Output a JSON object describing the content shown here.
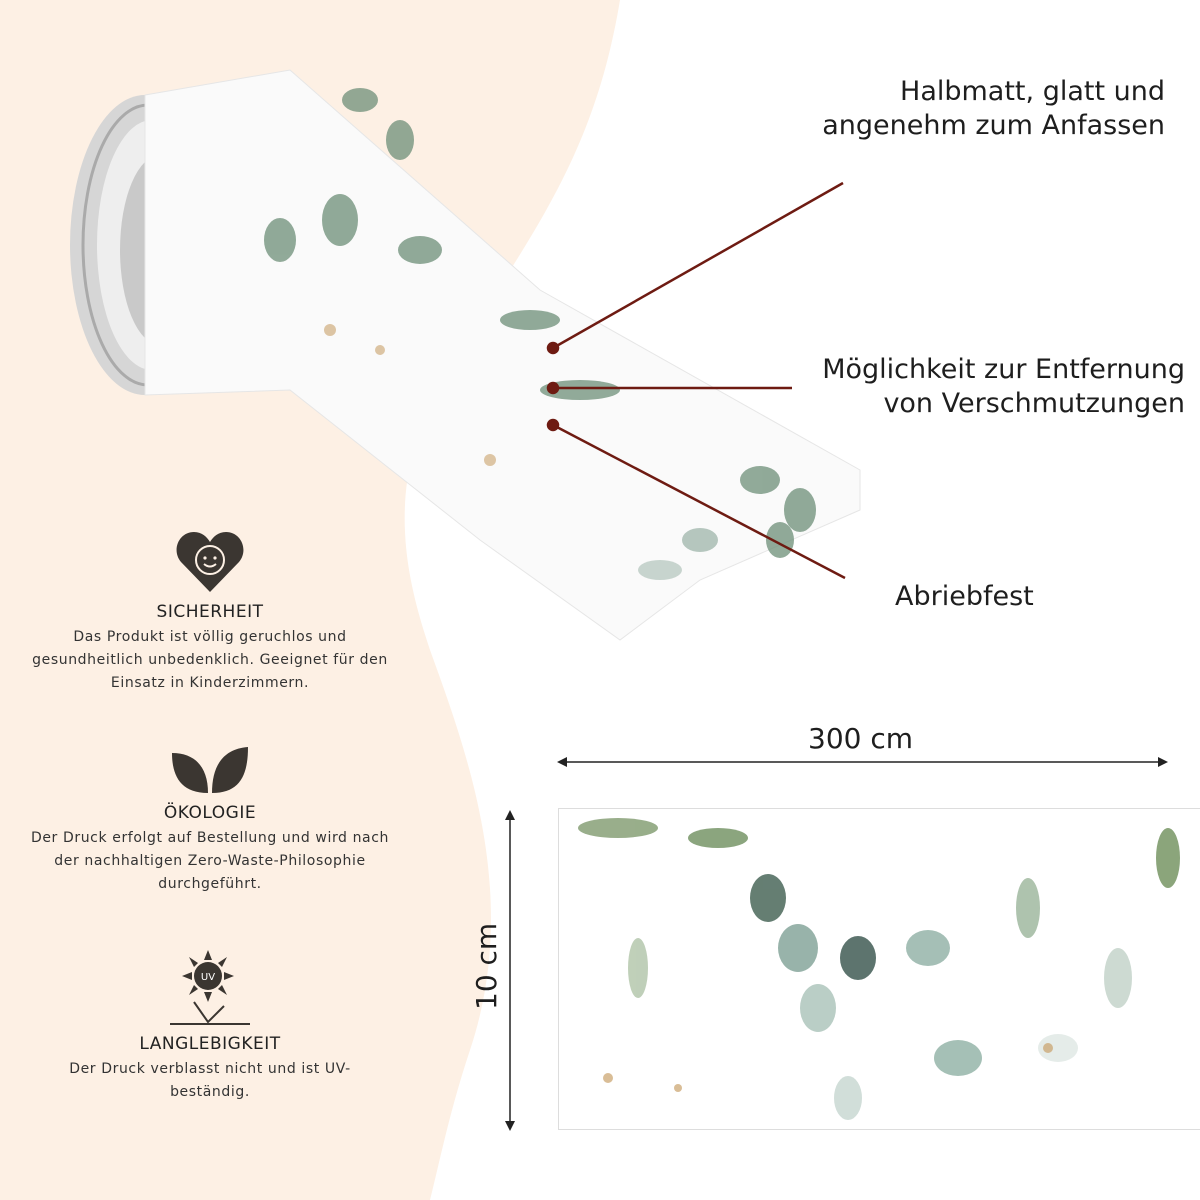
{
  "callouts": {
    "top": [
      "Halbmatt, glatt und",
      "angenehm zum Anfassen"
    ],
    "middle": [
      "Möglichkeit zur Entfernung",
      "von Verschmutzungen"
    ],
    "bottom": "Abriebfest"
  },
  "features": [
    {
      "icon": "heart-baby-icon",
      "title": "SICHERHEIT",
      "text": "Das Produkt ist völlig geruchlos und gesundheitlich unbedenklich. Geeignet für den Einsatz in Kinderzimmern."
    },
    {
      "icon": "leaves-icon",
      "title": "ÖKOLOGIE",
      "text": "Der Druck erfolgt auf Bestellung und wird nach der nachhaltigen Zero-Waste-Philosophie durchgeführt."
    },
    {
      "icon": "uv-sun-icon",
      "title": "LANGLEBIGKEIT",
      "text": "Der Druck verblasst nicht und ist UV-beständig.",
      "uv_label": "UV"
    }
  ],
  "dimensions": {
    "width": "300 cm",
    "height": "10 cm"
  },
  "colors": {
    "background_curve": "#fdf0e4",
    "icon": "#3b3631",
    "callout_line": "#6e1b12"
  }
}
